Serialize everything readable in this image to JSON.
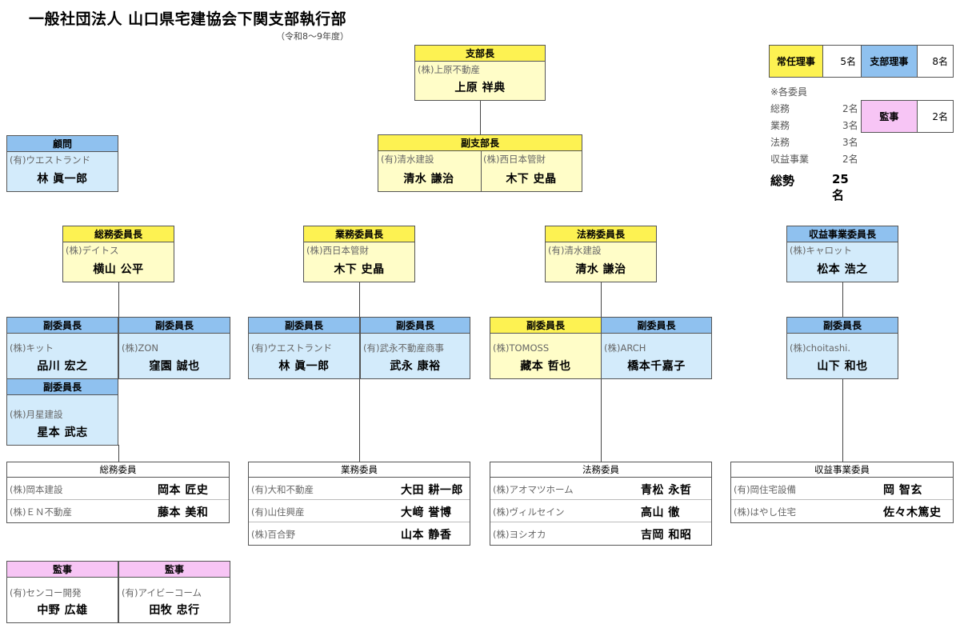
{
  "title": "一般社団法人 山口県宅建協会下関支部執行部",
  "subtitle": "（令和8～9年度）",
  "branch_head": {
    "role": "支部長",
    "company": "(株)上原不動産",
    "name": "上原 祥典"
  },
  "vice_head": {
    "role": "副支部長",
    "members": [
      {
        "company": "(有)清水建設",
        "name": "清水 謙治"
      },
      {
        "company": "(株)西日本管財",
        "name": "木下 史晶"
      }
    ]
  },
  "advisor": {
    "role": "顧問",
    "company": "(有)ウエストランド",
    "name": "林 眞一郎"
  },
  "chairs": [
    {
      "role": "総務委員長",
      "company": "(株)デイトス",
      "name": "横山 公平"
    },
    {
      "role": "業務委員長",
      "company": "(株)西日本管財",
      "name": "木下 史晶"
    },
    {
      "role": "法務委員長",
      "company": "(有)清水建設",
      "name": "清水 謙治"
    },
    {
      "role": "収益事業委員長",
      "company": "(株)キャロット",
      "name": "松本 浩之"
    }
  ],
  "vice_chairs": [
    {
      "role": "副委員長",
      "company": "(株)キット",
      "name": "品川 宏之"
    },
    {
      "role": "副委員長",
      "company": "(株)ZON",
      "name": "窪園 誠也"
    },
    {
      "role": "副委員長",
      "company": "(株)月星建設",
      "name": "星本 武志"
    },
    {
      "role": "副委員長",
      "company": "(有)ウエストランド",
      "name": "林 眞一郎"
    },
    {
      "role": "副委員長",
      "company": "(有)武永不動産商事",
      "name": "武永 康裕"
    },
    {
      "role": "副委員長",
      "company": "(株)TOMOSS",
      "name": "藏本 哲也"
    },
    {
      "role": "副委員長",
      "company": "(株)ARCH",
      "name": "橋本千嘉子"
    },
    {
      "role": "副委員長",
      "company": "(株)choitashi.",
      "name": "山下 和也"
    }
  ],
  "committees": [
    {
      "title": "総務委員",
      "rows": [
        {
          "company": "(株)岡本建設",
          "name": "岡本 匠史"
        },
        {
          "company": "(株)ＥＮ不動産",
          "name": "藤本 美和"
        }
      ]
    },
    {
      "title": "業務委員",
      "rows": [
        {
          "company": "(有)大和不動産",
          "name": "大田 耕一郎"
        },
        {
          "company": "(有)山住興産",
          "name": "大﨑 誉博"
        },
        {
          "company": "(株)百合野",
          "name": "山本 静香"
        }
      ]
    },
    {
      "title": "法務委員",
      "rows": [
        {
          "company": "(株)アオマツホーム",
          "name": "青松 永哲"
        },
        {
          "company": "(株)ヴィルセイン",
          "name": "高山 徹"
        },
        {
          "company": "(株)ヨシオカ",
          "name": "吉岡 和昭"
        }
      ]
    },
    {
      "title": "収益事業委員",
      "rows": [
        {
          "company": "(有)岡住宅設備",
          "name": "岡 智玄"
        },
        {
          "company": "(株)はやし住宅",
          "name": "佐々木篤史"
        }
      ]
    }
  ],
  "auditors": [
    {
      "role": "監事",
      "company": "(有)センコー開発",
      "name": "中野 広雄"
    },
    {
      "role": "監事",
      "company": "(有)アイビーコーム",
      "name": "田牧 忠行"
    }
  ],
  "legend": {
    "standing": {
      "label": "常任理事",
      "count": "5名"
    },
    "branch": {
      "label": "支部理事",
      "count": "8名"
    },
    "auditor": {
      "label": "監事",
      "count": "2名"
    }
  },
  "notes": {
    "heading": "※各委員",
    "rows": [
      {
        "name": "総務",
        "count": "2名"
      },
      {
        "name": "業務",
        "count": "3名"
      },
      {
        "name": "法務",
        "count": "3名"
      },
      {
        "name": "収益事業",
        "count": "2名"
      }
    ],
    "total_label": "総勢",
    "total_count": "25名"
  },
  "colors": {
    "standing": "#fdf252",
    "standing_body": "#fffdc8",
    "branch": "#8fc1ef",
    "branch_body": "#d3ebfb",
    "auditor": "#f7c5f5"
  }
}
